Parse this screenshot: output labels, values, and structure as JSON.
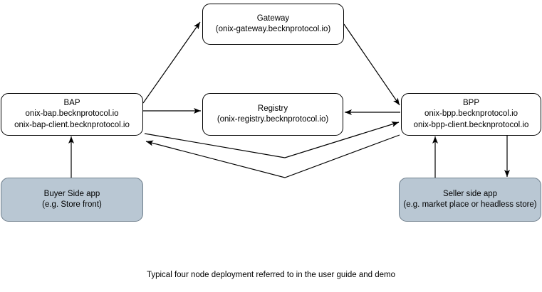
{
  "diagram": {
    "title_caption": "Typical four node deployment referred to in the user guide and demo",
    "colors": {
      "node_fill": "#ffffff",
      "app_node_fill": "#b9c7d3",
      "app_node_stroke": "#6f7f8c",
      "stroke": "#000000",
      "background": "#ffffff"
    },
    "nodes": [
      {
        "id": "gateway",
        "lines": [
          "Gateway",
          "(onix-gateway.becknprotocol.io)"
        ]
      },
      {
        "id": "bap",
        "lines": [
          "BAP",
          "onix-bap.becknprotocol.io",
          "onix-bap-client.becknprotocol.io"
        ]
      },
      {
        "id": "registry",
        "lines": [
          "Registry",
          "(onix-registry.becknprotocol.io)"
        ]
      },
      {
        "id": "bpp",
        "lines": [
          "BPP",
          "onix-bpp.becknprotocol.io",
          "onix-bpp-client.becknprotocol.io"
        ]
      },
      {
        "id": "buyer_app",
        "lines": [
          "Buyer Side app",
          "(e.g. Store front)"
        ]
      },
      {
        "id": "seller_app",
        "lines": [
          "Seller side app",
          "(e.g. market place or headless store)"
        ]
      }
    ],
    "edges": [
      {
        "id": "bap-to-gateway",
        "from": "bap",
        "to": "gateway",
        "label": ""
      },
      {
        "id": "gateway-to-bpp",
        "from": "gateway",
        "to": "bpp",
        "label": ""
      },
      {
        "id": "bap-to-registry",
        "from": "bap",
        "to": "registry",
        "label": ""
      },
      {
        "id": "bpp-to-registry",
        "from": "bpp",
        "to": "registry",
        "label": ""
      },
      {
        "id": "bap-to-bpp",
        "from": "bap",
        "to": "bpp",
        "label": ""
      },
      {
        "id": "bpp-to-bap",
        "from": "bpp",
        "to": "bap",
        "label": ""
      },
      {
        "id": "buyer-app-to-bap",
        "from": "buyer_app",
        "to": "bap",
        "label": ""
      },
      {
        "id": "seller-app-to-bpp",
        "from": "seller_app",
        "to": "bpp",
        "label": ""
      },
      {
        "id": "bpp-to-seller-app",
        "from": "bpp",
        "to": "seller_app",
        "label": ""
      }
    ]
  }
}
